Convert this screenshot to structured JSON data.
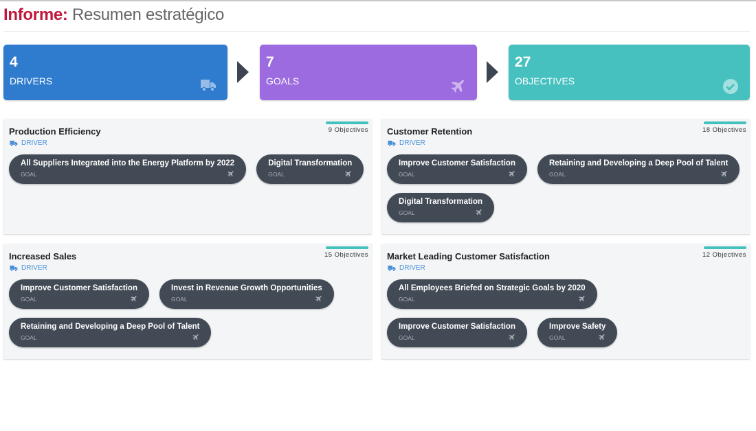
{
  "header": {
    "prefix": "Informe:",
    "title": "Resumen estratégico"
  },
  "summary": [
    {
      "count": "4",
      "label": "DRIVERS",
      "icon": "truck-icon",
      "color": "#2f7bce"
    },
    {
      "count": "7",
      "label": "GOALS",
      "icon": "plane-icon",
      "color": "#9b6bdf"
    },
    {
      "count": "27",
      "label": "OBJECTIVES",
      "icon": "check-circle-icon",
      "color": "#47c1bf"
    }
  ],
  "drivers": [
    {
      "name": "Production Efficiency",
      "type": "DRIVER",
      "objectives": "9 Objectives",
      "goals": [
        {
          "title": "All Suppliers Integrated into the Energy Platform by 2022",
          "type": "GOAL"
        },
        {
          "title": "Digital Transformation",
          "type": "GOAL"
        }
      ]
    },
    {
      "name": "Customer Retention",
      "type": "DRIVER",
      "objectives": "18 Objectives",
      "goals": [
        {
          "title": "Improve Customer Satisfaction",
          "type": "GOAL"
        },
        {
          "title": "Retaining and Developing a Deep Pool of Talent",
          "type": "GOAL"
        },
        {
          "title": "Digital Transformation",
          "type": "GOAL"
        }
      ]
    },
    {
      "name": "Increased Sales",
      "type": "DRIVER",
      "objectives": "15 Objectives",
      "goals": [
        {
          "title": "Improve Customer Satisfaction",
          "type": "GOAL"
        },
        {
          "title": "Invest in Revenue Growth Opportunities",
          "type": "GOAL"
        },
        {
          "title": "Retaining and Developing a Deep Pool of Talent",
          "type": "GOAL"
        }
      ]
    },
    {
      "name": "Market Leading Customer Satisfaction",
      "type": "DRIVER",
      "objectives": "12 Objectives",
      "goals": [
        {
          "title": "All Employees Briefed on Strategic Goals by 2020",
          "type": "GOAL"
        },
        {
          "title": "Improve Customer Satisfaction",
          "type": "GOAL"
        },
        {
          "title": "Improve Safety",
          "type": "GOAL"
        }
      ]
    }
  ]
}
